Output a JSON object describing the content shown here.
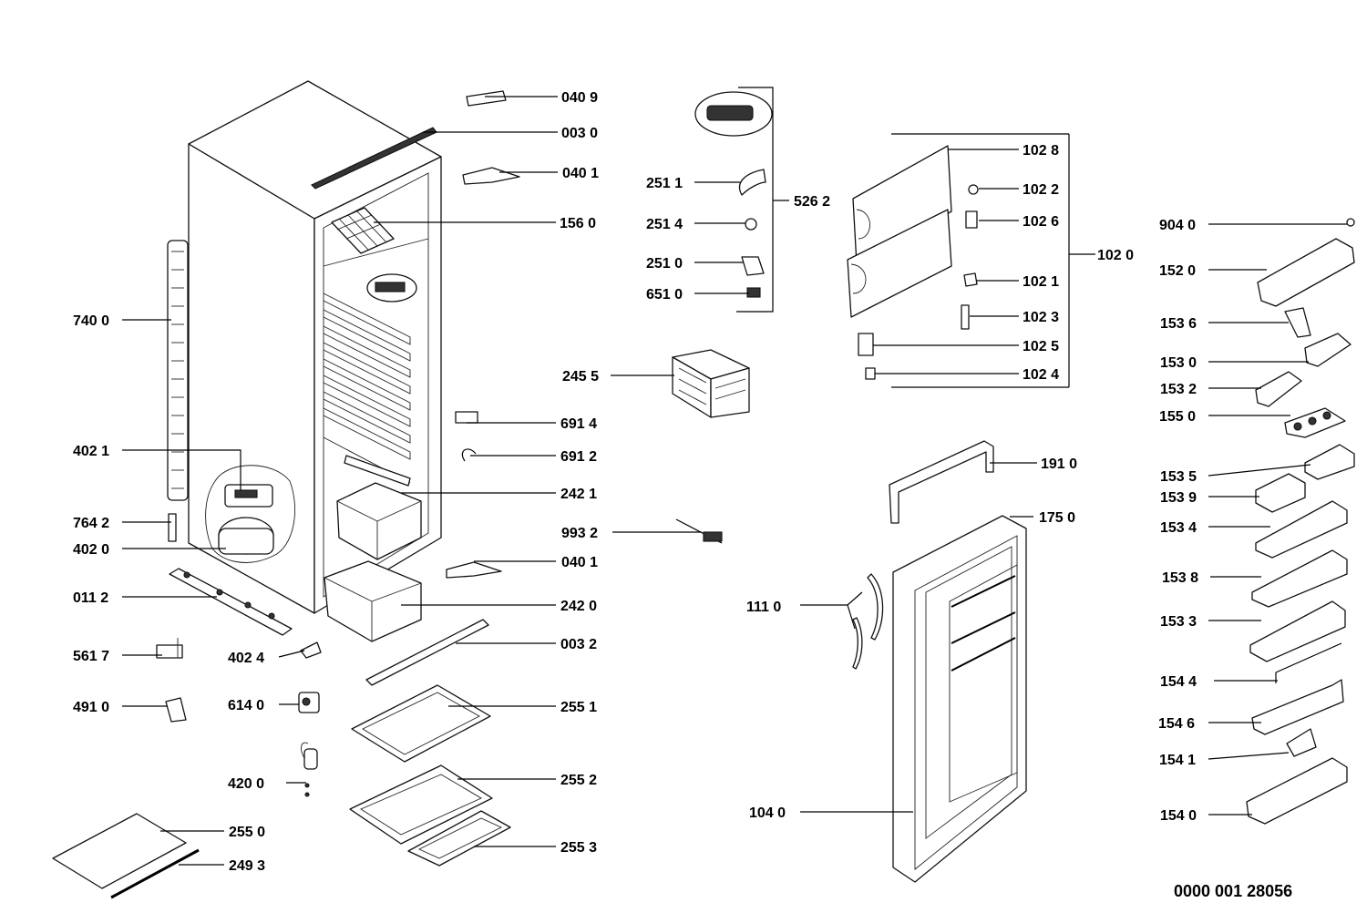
{
  "labels": {
    "p0409": "040 9",
    "p0030": "003 0",
    "p0401a": "040 1",
    "p1560": "156 0",
    "p7400": "740 0",
    "p4021": "402 1",
    "p7642": "764 2",
    "p4020": "402 0",
    "p0112": "011 2",
    "p5617": "561 7",
    "p4024": "402 4",
    "p4910": "491 0",
    "p6140": "614 0",
    "p4200": "420 0",
    "p2550": "255 0",
    "p2493": "249 3",
    "p6914": "691 4",
    "p6912": "691 2",
    "p2421": "242 1",
    "p9932": "993 2",
    "p0401b": "040 1",
    "p2420": "242 0",
    "p0032": "003 2",
    "p2551": "255 1",
    "p2552": "255 2",
    "p2553": "255 3",
    "p2511": "251 1",
    "p2514": "251 4",
    "p2510": "251 0",
    "p6510": "651 0",
    "p5262": "526 2",
    "p2455": "245 5",
    "p1028": "102 8",
    "p1022": "102 2",
    "p1026": "102 6",
    "p1020": "102 0",
    "p1021": "102 1",
    "p1023": "102 3",
    "p1025": "102 5",
    "p1024": "102 4",
    "p1910": "191 0",
    "p1750": "175 0",
    "p1110": "111 0",
    "p1040": "104 0",
    "p9040": "904 0",
    "p1520": "152 0",
    "p1536": "153 6",
    "p1530": "153 0",
    "p1532": "153 2",
    "p1550": "155 0",
    "p1535": "153 5",
    "p1539": "153 9",
    "p1534": "153 4",
    "p1538": "153 8",
    "p1533": "153 3",
    "p1544": "154 4",
    "p1546": "154 6",
    "p1541": "154 1",
    "p1540": "154 0"
  },
  "document_number": "0000 001 28056"
}
